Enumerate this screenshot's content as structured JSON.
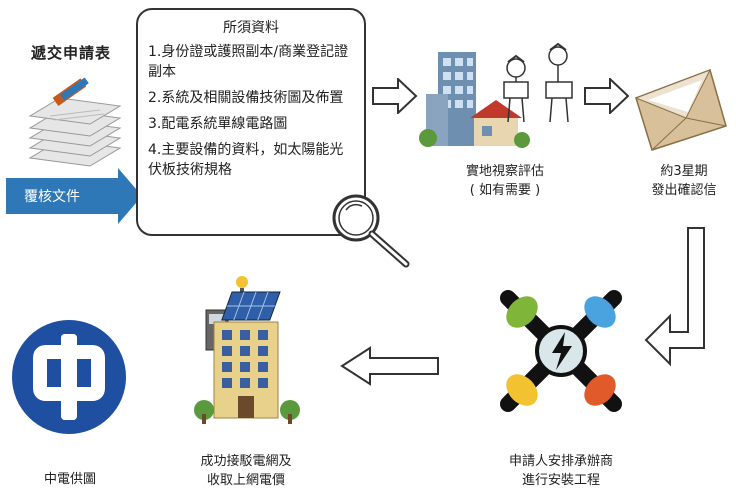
{
  "submit_form_title": "遞交申請表",
  "review_documents_label": "覆核文件",
  "required_docs": {
    "title": "所須資料",
    "items": [
      "1.身份證或護照副本/商業登記證副本",
      "2.系統及相關設備技術圖及佈置",
      "3.配電系統單線電路圖",
      "4.主要設備的資料，如太陽能光伏板技術規格"
    ]
  },
  "site_inspection": {
    "line1": "實地視察評估",
    "line2": "( 如有需要 )"
  },
  "confirmation": {
    "line1": "約3星期",
    "line2": "發出確認信"
  },
  "installation": {
    "line1": "申請人安排承辦商",
    "line2": "進行安裝工程"
  },
  "grid_connection": {
    "line1": "成功接駁電網及",
    "line2": "收取上網電價"
  },
  "clp_logo_label": "中電供圖",
  "colors": {
    "accent_blue": "#2f78b7",
    "clp_blue": "#1f4fa0"
  }
}
